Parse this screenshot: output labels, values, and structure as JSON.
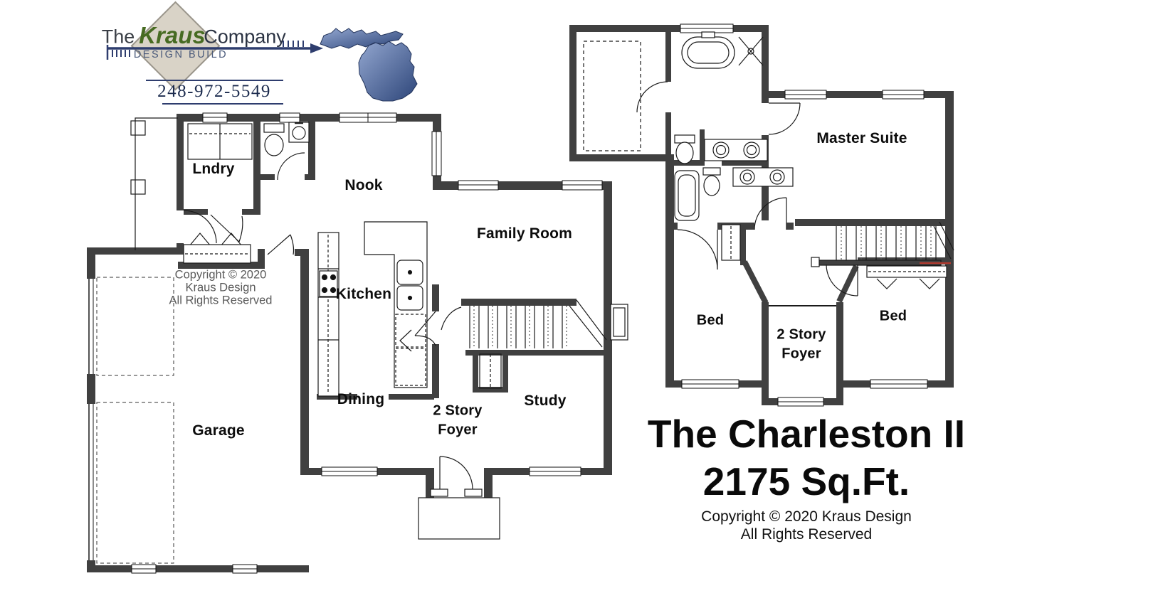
{
  "logo": {
    "word_the": "The",
    "word_kraus": "Kraus",
    "word_company": "Company",
    "tagline": "DESIGN BUILD",
    "phone": "248-972-5549",
    "colors": {
      "kraus_green": "#476b22",
      "navy": "#2e3d6e",
      "diamond_fill": "#d9d3c7",
      "diamond_border": "#9a958b",
      "michigan_dark": "#2d4579",
      "michigan_light": "#93a7d0"
    }
  },
  "first_floor": {
    "rooms": {
      "lndry": "Lndry",
      "nook": "Nook",
      "family_room": "Family Room",
      "kitchen": "Kitchen",
      "dining": "Dining",
      "foyer_line1": "2 Story",
      "foyer_line2": "Foyer",
      "study": "Study",
      "garage": "Garage"
    },
    "copyright": {
      "line1": "Copyright © 2020",
      "line2": "Kraus Design",
      "line3": "All Rights Reserved"
    }
  },
  "second_floor": {
    "rooms": {
      "master_suite": "Master Suite",
      "bed_left": "Bed",
      "bed_right": "Bed",
      "foyer_line1": "2 Story",
      "foyer_line2": "Foyer"
    }
  },
  "title_block": {
    "plan_name": "The Charleston II",
    "area": "2175 Sq.Ft.",
    "copyright_line1": "Copyright © 2020 Kraus Design",
    "copyright_line2": "All Rights Reserved"
  },
  "plan_colors": {
    "wall": "#404040",
    "line": "#1a1a1a",
    "copyright_gray": "#5a5a5a",
    "stair_artifact_red": "#b03a2e"
  }
}
